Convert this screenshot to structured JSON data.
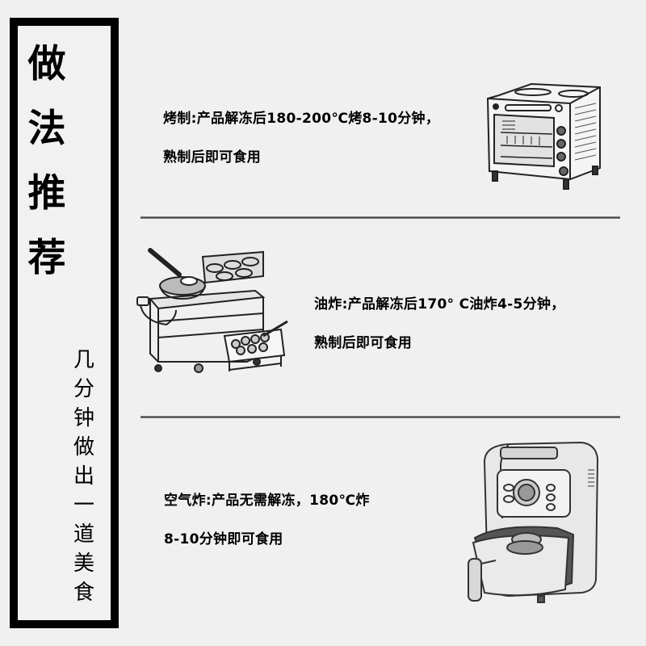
{
  "sidebar": {
    "title_chars": [
      "做",
      "法",
      "推",
      "荐"
    ],
    "slogan_chars": [
      "几",
      "分",
      "钟",
      "做",
      "出",
      "一",
      "道",
      "美",
      "食"
    ]
  },
  "methods": [
    {
      "name": "烤制",
      "line1": "烤制:产品解冻后180-200℃烤8-10分钟，",
      "line2": "熟制后即可食用",
      "illustration": "toaster-oven-icon"
    },
    {
      "name": "油炸",
      "line1": "油炸:产品解冻后170° C油炸4-5分钟，",
      "line2": "熟制后即可食用",
      "illustration": "deep-fryer-icon"
    },
    {
      "name": "空气炸",
      "line1": "空气炸:产品无需解冻，180℃炸",
      "line2": "8-10分钟即可食用",
      "illustration": "air-fryer-icon"
    }
  ],
  "colors": {
    "background": "#f0f0f0",
    "border": "#000000",
    "text": "#000000",
    "divider": "#555555"
  }
}
